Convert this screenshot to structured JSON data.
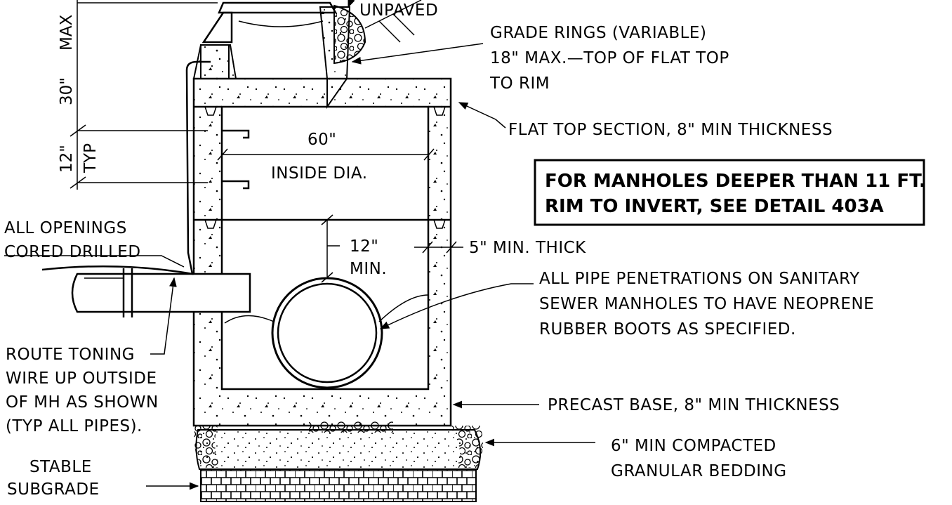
{
  "labels": {
    "unpaved": "UNPAVED",
    "grade_rings_1": "GRADE RINGS (VARIABLE)",
    "grade_rings_2": "18\" MAX.—TOP OF FLAT TOP",
    "grade_rings_3": "TO RIM",
    "flat_top": "FLAT TOP SECTION, 8\" MIN THICKNESS",
    "note_1": "FOR MANHOLES DEEPER THAN 11 FT.",
    "note_2": "RIM TO INVERT, SEE DETAIL 403A",
    "inside_dia_value": "60\"",
    "inside_dia_label": "INSIDE DIA.",
    "openings_1": "ALL OPENINGS",
    "openings_2": "CORED DRILLED",
    "clearance_value": "12\"",
    "clearance_label": "MIN.",
    "wall_thick": "5\" MIN. THICK",
    "penetrations_1": "ALL PIPE PENETRATIONS ON SANITARY",
    "penetrations_2": "SEWER MANHOLES TO HAVE NEOPRENE",
    "penetrations_3": "RUBBER BOOTS AS SPECIFIED.",
    "toning_1": "ROUTE TONING",
    "toning_2": "WIRE UP OUTSIDE",
    "toning_3": "OF MH AS SHOWN",
    "toning_4": "(TYP ALL PIPES).",
    "precast_base": "PRECAST BASE, 8\" MIN THICKNESS",
    "bedding_1": "6\" MIN COMPACTED",
    "bedding_2": "GRANULAR BEDDING",
    "subgrade_1": "STABLE",
    "subgrade_2": "SUBGRADE",
    "dim_30": "30\"",
    "dim_max": "MAX",
    "dim_12": "12\"",
    "dim_typ": "TYP"
  }
}
